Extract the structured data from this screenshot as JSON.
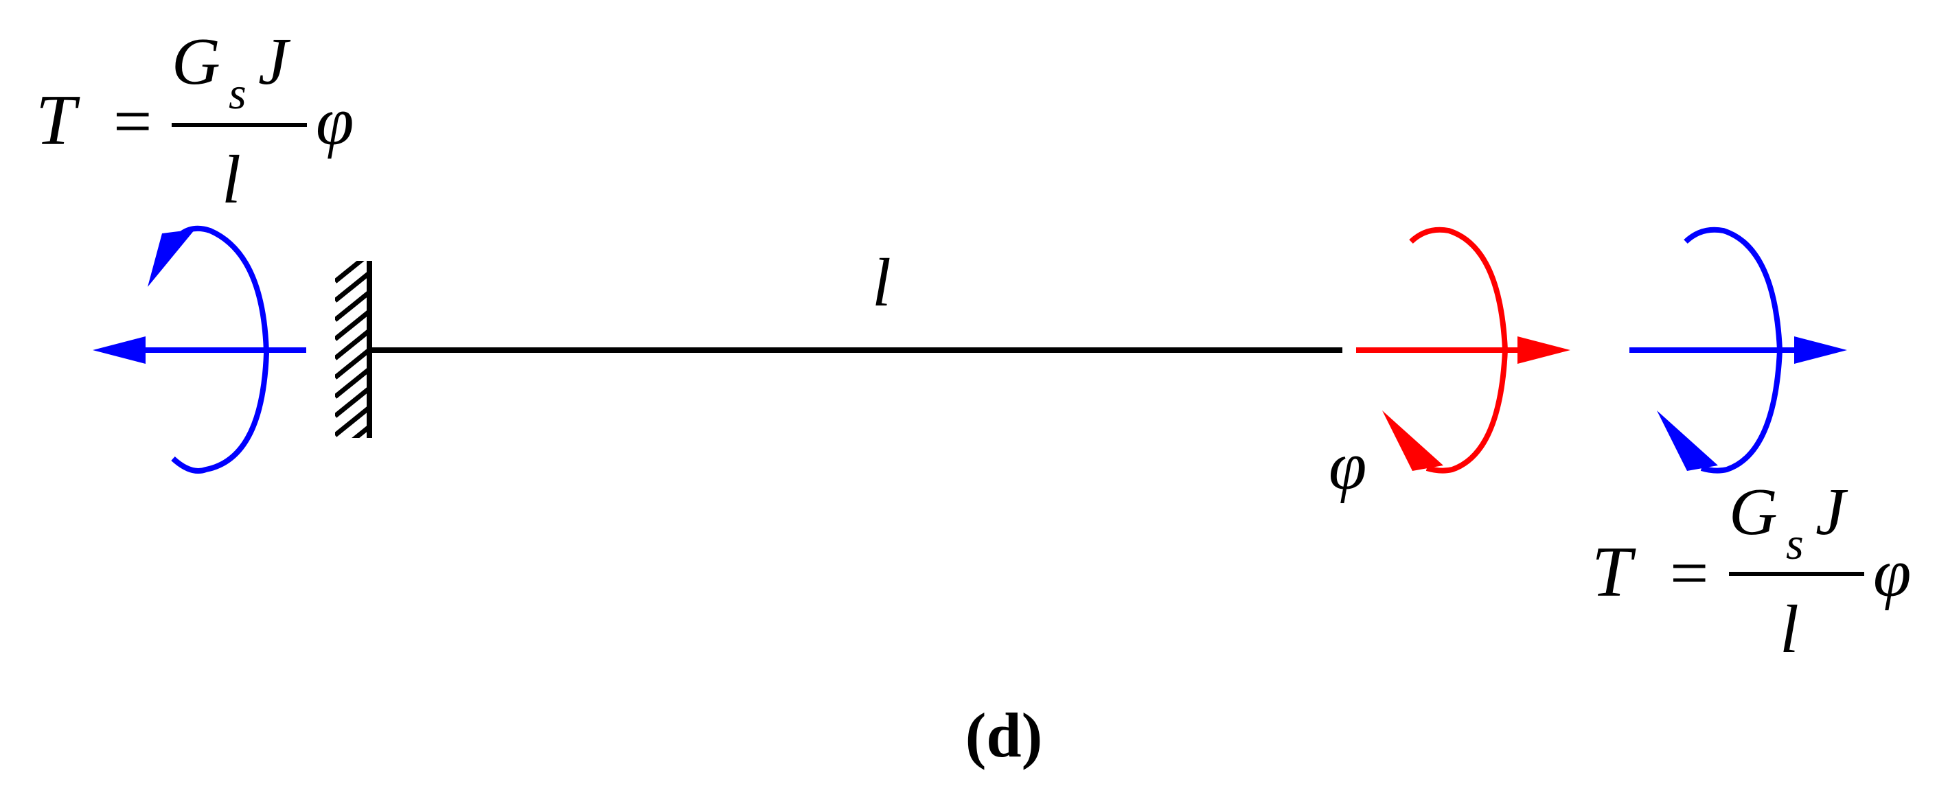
{
  "diagram": {
    "caption": "(d)",
    "beam_length_label": "l",
    "angle_label": "φ",
    "left_formula": {
      "lhs": "T",
      "eq": "=",
      "numerator_G": "G",
      "numerator_sub": "s",
      "numerator_J": "J",
      "denominator": "l",
      "factor": "φ"
    },
    "right_formula": {
      "lhs": "T",
      "eq": "=",
      "numerator_G": "G",
      "numerator_sub": "s",
      "numerator_J": "J",
      "denominator": "l",
      "factor": "φ"
    },
    "colors": {
      "beam": "#000000",
      "torque": "#0000ff",
      "rotation": "#ff0000"
    }
  }
}
